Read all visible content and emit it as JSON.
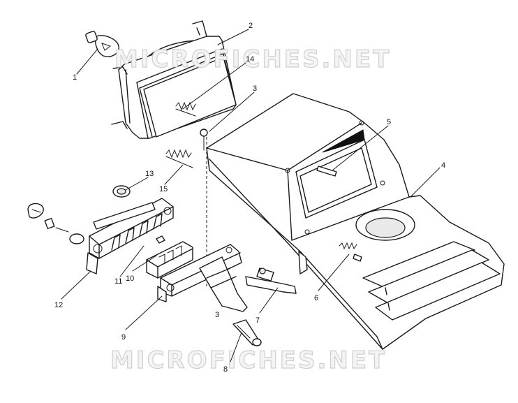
{
  "watermark": {
    "top_text": "MICROFICHES.NET",
    "bottom_text": "MICROFICHES.NET"
  },
  "callouts": [
    {
      "id": "c1",
      "text": "1"
    },
    {
      "id": "c2",
      "text": "2"
    },
    {
      "id": "c3a",
      "text": "3"
    },
    {
      "id": "c3b",
      "text": "3"
    },
    {
      "id": "c4",
      "text": "4"
    },
    {
      "id": "c5",
      "text": "5"
    },
    {
      "id": "c6",
      "text": "6"
    },
    {
      "id": "c7",
      "text": "7"
    },
    {
      "id": "c8",
      "text": "8"
    },
    {
      "id": "c9",
      "text": "9"
    },
    {
      "id": "c10",
      "text": "10"
    },
    {
      "id": "c11",
      "text": "11"
    },
    {
      "id": "c12",
      "text": "12"
    },
    {
      "id": "c13",
      "text": "13"
    },
    {
      "id": "c14",
      "text": "14"
    },
    {
      "id": "c15",
      "text": "15"
    }
  ]
}
